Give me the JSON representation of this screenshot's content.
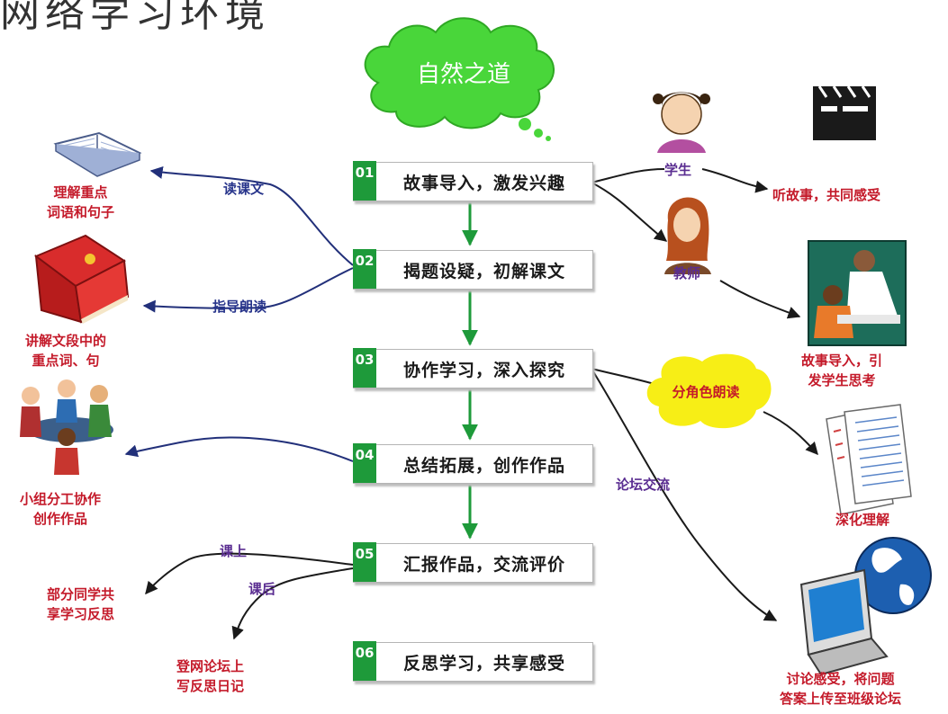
{
  "header_fragment": "网络学习环境",
  "title": "自然之道",
  "steps": [
    {
      "num": "01",
      "label": "故事导入，激发兴趣"
    },
    {
      "num": "02",
      "label": "揭题设疑，初解课文"
    },
    {
      "num": "03",
      "label": "协作学习，深入探究"
    },
    {
      "num": "04",
      "label": "总结拓展，创作作品"
    },
    {
      "num": "05",
      "label": "汇报作品，交流评价"
    },
    {
      "num": "06",
      "label": "反思学习，共享感受"
    }
  ],
  "left": {
    "read_text": "读课文",
    "understand": "理解重点\n词语和句子",
    "guide_read": "指导朗读",
    "explain": "讲解文段中的\n重点词、句",
    "group": "小组分工协作\n创作作品",
    "in_class": "课上",
    "after_class": "课后",
    "share": "部分同学共\n享学习反思",
    "diary": "登网论坛上\n写反思日记"
  },
  "right": {
    "student": "学生",
    "teacher": "教师",
    "listen": "听故事，共同感受",
    "teacher_intro": "故事导入，引\n发学生思考",
    "role_read": "分角色朗读",
    "deepen": "深化理解",
    "forum": "论坛交流",
    "discuss": "讨论感受，将问题\n答案上传至班级论坛"
  },
  "colors": {
    "step_green": "#1e9a3a",
    "cloud_green": "#49d63a",
    "bubble_yellow": "#f7ee16",
    "arrow_dark": "#1a1a1a",
    "arrow_blue": "#22307a"
  }
}
